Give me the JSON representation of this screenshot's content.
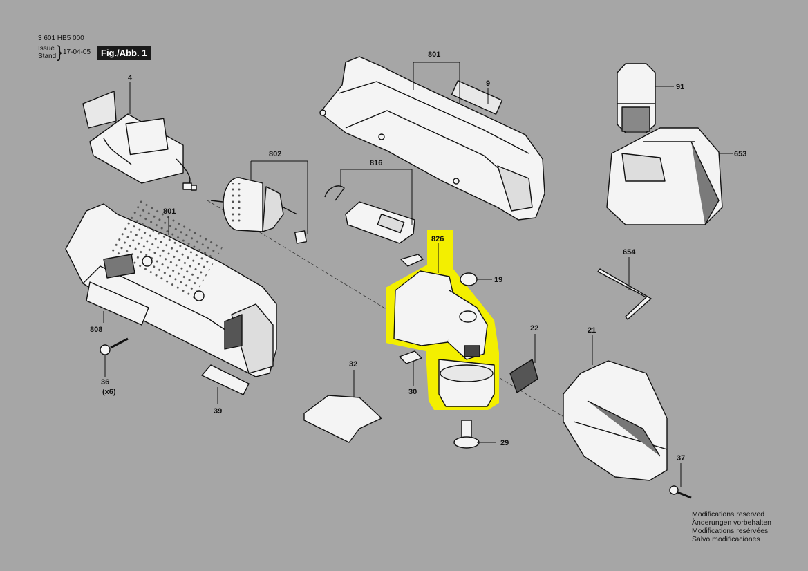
{
  "header": {
    "doc_number": "3 601 HB5 000",
    "issue_label": "Issue",
    "stand_label": "Stand",
    "date": "17-04-05",
    "figure": "Fig./Abb. 1"
  },
  "colors": {
    "background": "#a6a6a6",
    "highlight": "#f3ef00",
    "part_fill": "#f4f4f4",
    "line": "#111111"
  },
  "parts": [
    {
      "id": "p801a",
      "label": "801"
    },
    {
      "id": "p9",
      "label": "9"
    },
    {
      "id": "p91",
      "label": "91"
    },
    {
      "id": "p653",
      "label": "653"
    },
    {
      "id": "p4",
      "label": "4"
    },
    {
      "id": "p802",
      "label": "802"
    },
    {
      "id": "p816",
      "label": "816"
    },
    {
      "id": "p801b",
      "label": "801"
    },
    {
      "id": "p826",
      "label": "826"
    },
    {
      "id": "p19",
      "label": "19"
    },
    {
      "id": "p654",
      "label": "654"
    },
    {
      "id": "p808",
      "label": "808"
    },
    {
      "id": "p22",
      "label": "22"
    },
    {
      "id": "p21",
      "label": "21"
    },
    {
      "id": "p36",
      "label": "36"
    },
    {
      "id": "p36q",
      "label": "(x6)"
    },
    {
      "id": "p32",
      "label": "32"
    },
    {
      "id": "p30",
      "label": "30"
    },
    {
      "id": "p39",
      "label": "39"
    },
    {
      "id": "p29",
      "label": "29"
    },
    {
      "id": "p37",
      "label": "37"
    }
  ],
  "notes": [
    "Modifications reserved",
    "Änderungen vorbehalten",
    "Modifications resérvées",
    "Salvo modificaciones"
  ]
}
